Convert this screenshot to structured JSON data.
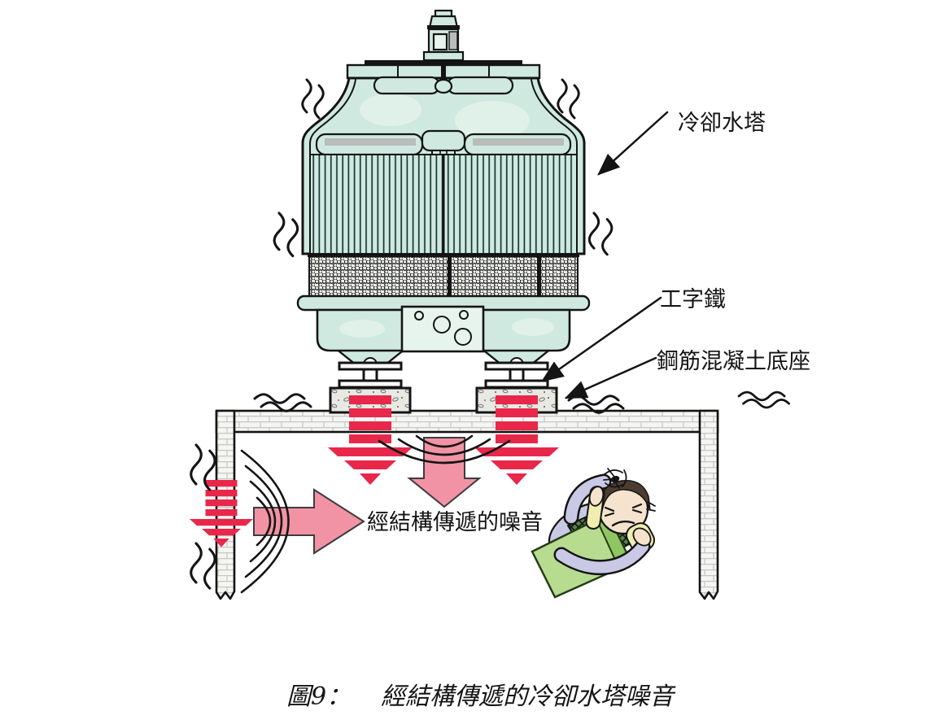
{
  "figure": {
    "caption_prefix": "圖9：",
    "caption_title": "經結構傳遞的冷卻水塔噪音"
  },
  "labels": {
    "cooling_tower": "冷卻水塔",
    "i_beam": "工字鐵",
    "concrete_base": "鋼筋混凝土底座",
    "structure_noise": "經結構傳遞的噪音"
  },
  "colors": {
    "tower_teal": "#cfe9e1",
    "tower_teal_light": "#e7f4ee",
    "accent_gray": "#b9bcba",
    "vibration_red": "#e8274b",
    "noise_pink": "#f193a4",
    "outline_black": "#141414",
    "concrete_gray": "#e9e9e4",
    "wall_gray": "#f5f5f3",
    "blanket_green": "#b7db8f",
    "blanket_green_dark": "#90c661",
    "pajama_lavender": "#c9c9e6",
    "skin_tone": "#f6e3cd",
    "hair_brown": "#4d3c31",
    "pillow_yellow": "#efeeb0",
    "quilt_green_dark": "#5f7d52"
  }
}
